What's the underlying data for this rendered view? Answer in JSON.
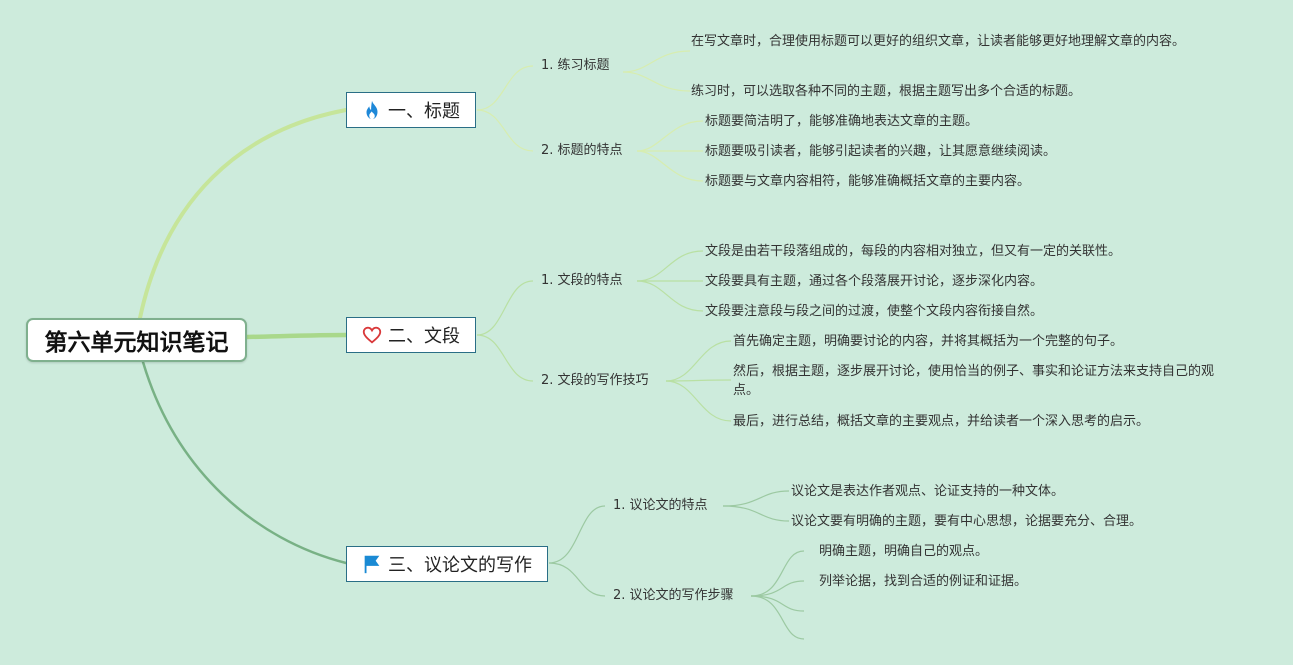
{
  "root": {
    "label": "第六单元知识笔记"
  },
  "branches": [
    {
      "label": "一、标题",
      "icon": "fire-icon",
      "icon_color": "#1e88d8",
      "subs": [
        {
          "label": "1. 练习标题",
          "leaves": [
            "在写文章时，合理使用标题可以更好的组织文章，让读者能够更好地理解文章的内容。",
            "练习时，可以选取各种不同的主题，根据主题写出多个合适的标题。"
          ]
        },
        {
          "label": "2. 标题的特点",
          "leaves": [
            "标题要简洁明了，能够准确地表达文章的主题。",
            "标题要吸引读者，能够引起读者的兴趣，让其愿意继续阅读。",
            "标题要与文章内容相符，能够准确概括文章的主要内容。"
          ]
        }
      ]
    },
    {
      "label": "二、文段",
      "icon": "heart-icon",
      "icon_color": "#d9383a",
      "subs": [
        {
          "label": "1. 文段的特点",
          "leaves": [
            "文段是由若干段落组成的，每段的内容相对独立，但又有一定的关联性。",
            "文段要具有主题，通过各个段落展开讨论，逐步深化内容。",
            "文段要注意段与段之间的过渡，使整个文段内容衔接自然。"
          ]
        },
        {
          "label": "2. 文段的写作技巧",
          "leaves": [
            "首先确定主题，明确要讨论的内容，并将其概括为一个完整的句子。",
            "然后，根据主题，逐步展开讨论，使用恰当的例子、事实和论证方法来支持自己的观点。",
            "最后，进行总结，概括文章的主要观点，并给读者一个深入思考的启示。"
          ]
        }
      ]
    },
    {
      "label": "三、议论文的写作",
      "icon": "flag-icon",
      "icon_color": "#1a8ad4",
      "subs": [
        {
          "label": "1. 议论文的特点",
          "leaves": [
            "议论文是表达作者观点、论证支持的一种文体。",
            "议论文要有明确的主题，要有中心思想，论据要充分、合理。"
          ]
        },
        {
          "label": "2. 议论文的写作步骤",
          "leaves": [
            "明确主题，明确自己的观点。",
            "列举论据，找到合适的例证和证据。",
            "",
            ""
          ]
        }
      ]
    }
  ],
  "colors": {
    "background": "#cdebdc",
    "branch_1": "#c6e59a",
    "branch_2": "#a9d88b",
    "branch_3": "#78b185",
    "main_border": "#2a6e86"
  }
}
